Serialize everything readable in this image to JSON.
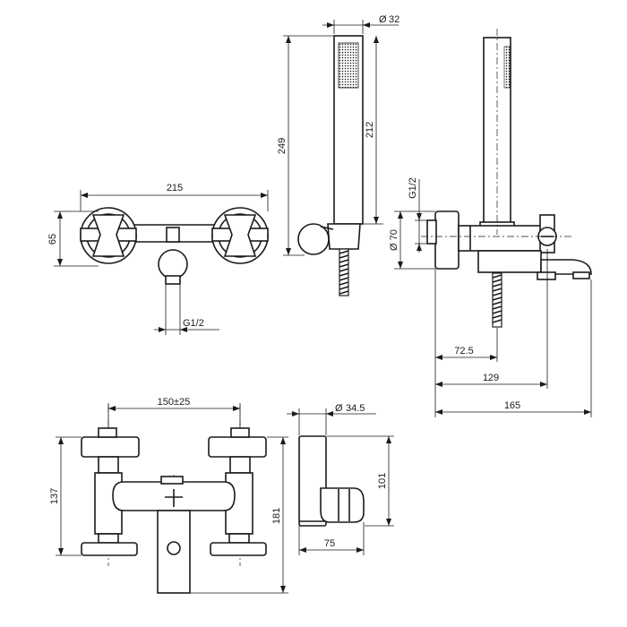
{
  "dimensions": {
    "top_view": {
      "overall_width": "215",
      "height": "65",
      "outlet_thread": "G1/2"
    },
    "handshower": {
      "diameter": "32",
      "total_height": "249",
      "shower_height": "212"
    },
    "side_view": {
      "inlet_thread": "G1/2",
      "flange_diameter": "70",
      "spout_offset_1": "72.5",
      "spout_offset_2": "129",
      "spout_offset_3": "165"
    },
    "front_view": {
      "centers": "150±25",
      "body_height": "137",
      "overall_height": "181"
    },
    "holder": {
      "diameter": "34.5",
      "height": "101",
      "depth": "75"
    }
  }
}
